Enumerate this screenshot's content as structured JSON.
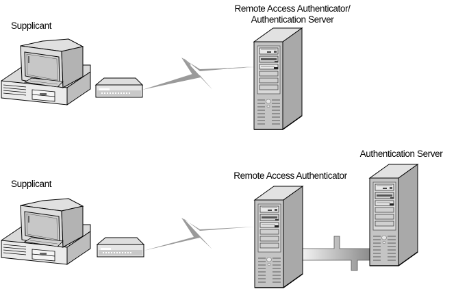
{
  "diagram": {
    "top_scenario": {
      "supplicant_label": "Supplicant",
      "server_label_line1": "Remote Access Authenticator/",
      "server_label_line2": "Authentication Server",
      "link_type": "dial-up-wan-link"
    },
    "bottom_scenario": {
      "supplicant_label": "Supplicant",
      "authenticator_label": "Remote Access Authenticator",
      "auth_server_label": "Authentication Server",
      "link_type": "dial-up-wan-link",
      "backend_link_type": "lan-connection"
    },
    "colors": {
      "device_fill": "#d6d6d6",
      "device_side": "#a8a8a8",
      "device_dark": "#8c8c8c",
      "outline": "#000000",
      "link_fill": "#9a9a9a"
    }
  }
}
